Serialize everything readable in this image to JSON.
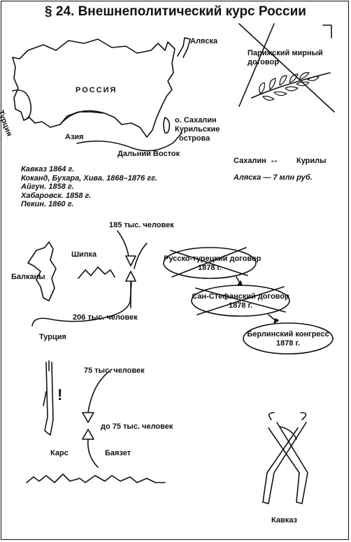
{
  "title": "§ 24. Внешнеполитический курс России",
  "map": {
    "russia": "РОССИЯ",
    "alaska": "Аляска",
    "turkey": "Турция",
    "asia": "Азия",
    "sakhalin_line1": "о. Сахалин",
    "sakhalin_line2": "Курильские",
    "sakhalin_line3": "острова",
    "far_east": "Дальний Восток"
  },
  "paris_treaty": {
    "line1": "Парижский мирный",
    "line2": "договор"
  },
  "exchange": {
    "sakhalin": "Сахалин",
    "kurils": "Курилы",
    "arrow": "↔"
  },
  "alaska_sale": "Аляска  — 7 млн руб.",
  "annexations": [
    "Кавказ 1864 г.",
    "Коканд, Бухара, Хива. 1868–1876 гг.",
    "Айгун. 1858 г.",
    "Хабаровск. 1858 г.",
    "Пекин. 1860 г."
  ],
  "balkans": {
    "troops_russia": "185 тыс. человек",
    "shipka": "Шипка",
    "balkans": "Балканы",
    "troops_turkey": "206 тыс. человек",
    "turkey": "Турция"
  },
  "treaties": [
    {
      "name": "Русско-турецкий договор",
      "year": "1878 г."
    },
    {
      "name": "Сан-Стефанский договор",
      "year": "1878 г."
    },
    {
      "name": "Берлинский конгресс",
      "year": "1878 г."
    }
  ],
  "caucasus": {
    "exclamation": "!",
    "troops_russia": "75 тыс. человек",
    "troops_turkey": "до 75 тыс. человек",
    "kars": "Карс",
    "bayazet": "Баязет",
    "caucasus": "Кавказ"
  }
}
